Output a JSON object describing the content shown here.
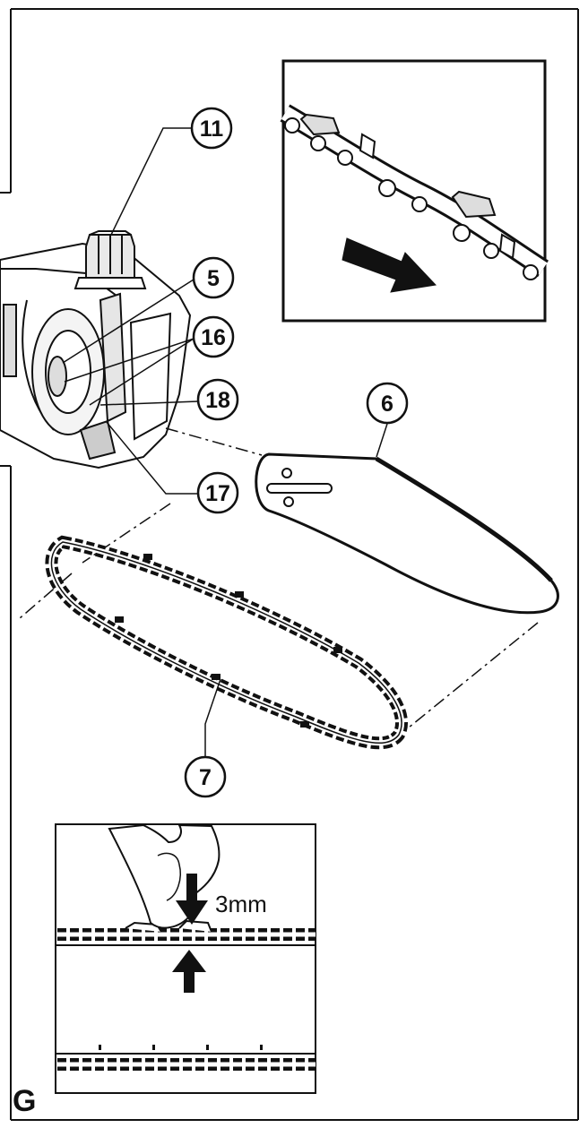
{
  "figure": {
    "letter": "G"
  },
  "callouts": [
    {
      "id": "callout-11",
      "label": "11"
    },
    {
      "id": "callout-5",
      "label": "5"
    },
    {
      "id": "callout-16",
      "label": "16"
    },
    {
      "id": "callout-18",
      "label": "18"
    },
    {
      "id": "callout-6",
      "label": "6"
    },
    {
      "id": "callout-17",
      "label": "17"
    },
    {
      "id": "callout-7",
      "label": "7"
    }
  ],
  "tension_detail": {
    "gap_label": "3mm"
  },
  "icons": [
    "chain-direction-arrow-icon",
    "press-down-arrow-icon",
    "lift-up-arrow-icon",
    "hand-icon"
  ],
  "colors": {
    "ink": "#111111",
    "paper": "#ffffff",
    "shade": "#d4d4d4"
  }
}
